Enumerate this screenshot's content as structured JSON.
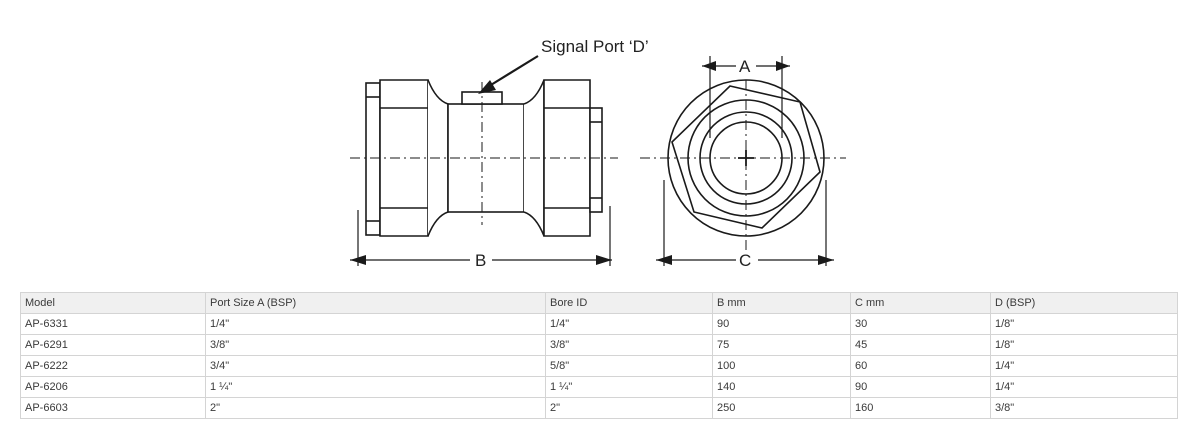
{
  "diagram": {
    "signal_port_label": "Signal Port ‘D’",
    "dim_a": "A",
    "dim_b": "B",
    "dim_c": "C"
  },
  "table": {
    "headers": [
      "Model",
      "Port Size A (BSP)",
      "Bore ID",
      "B mm",
      "C mm",
      "D (BSP)"
    ],
    "rows": [
      [
        "AP-6331",
        "1/4\"",
        "1/4\"",
        "90",
        "30",
        "1/8\""
      ],
      [
        "AP-6291",
        "3/8\"",
        "3/8\"",
        "75",
        "45",
        "1/8\""
      ],
      [
        "AP-6222",
        "3/4\"",
        "5/8\"",
        "100",
        "60",
        "1/4\""
      ],
      [
        "AP-6206",
        "1 ¼\"",
        "1 ¼\"",
        "140",
        "90",
        "1/4\""
      ],
      [
        "AP-6603",
        "2\"",
        "2\"",
        "250",
        "160",
        "3/8\""
      ]
    ]
  }
}
